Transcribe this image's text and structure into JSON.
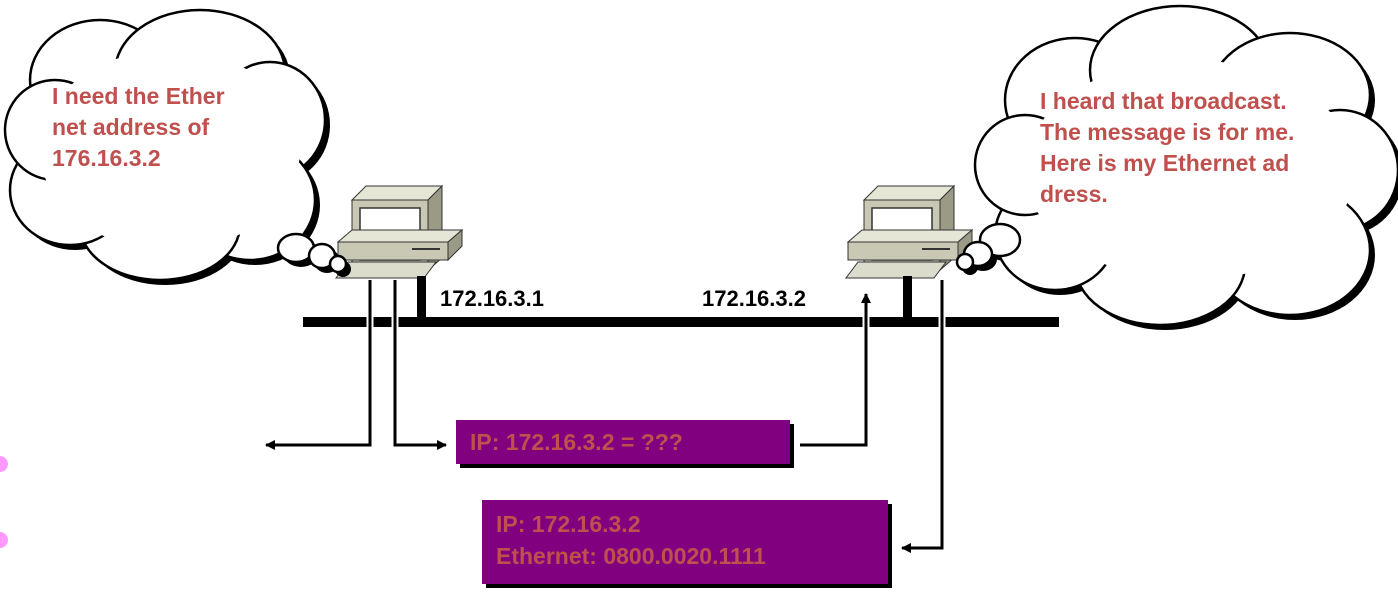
{
  "left_bubble": {
    "lines": [
      "I need the Ether",
      "net address of",
      "176.16.3.2"
    ]
  },
  "right_bubble": {
    "lines": [
      "I heard that broadcast.",
      "The message is for me.",
      "Here is my Ethernet ad",
      "dress."
    ]
  },
  "hosts": {
    "left_ip": "172.16.3.1",
    "right_ip": "172.16.3.2"
  },
  "request_frame": {
    "text": "IP: 172.16.3.2 = ???"
  },
  "reply_frame": {
    "line1": "IP: 172.16.3.2",
    "line2": "Ethernet: 0800.0020.1111"
  },
  "colors": {
    "bubble_text": "#c0504d",
    "frame_fill": "#800080",
    "bus": "#000000",
    "computer": "#c8c8b4"
  },
  "icons": [
    "computer-icon",
    "thought-cloud",
    "arrow"
  ]
}
